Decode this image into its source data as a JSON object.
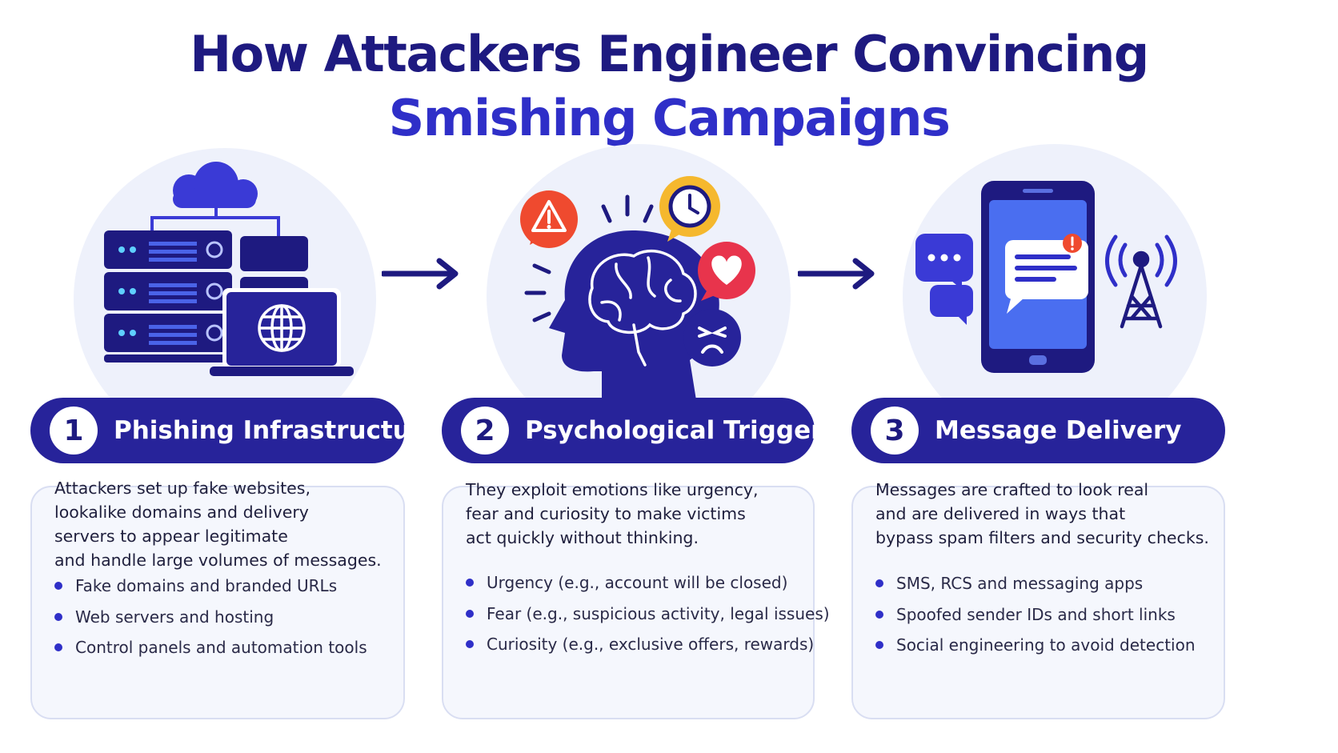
{
  "title": {
    "line1": "How Attackers Engineer Convincing",
    "line2": "Smishing Campaigns"
  },
  "colors": {
    "navy": "#1e1a80",
    "header": "#27239a",
    "accent": "#2f2fc8",
    "alert_red": "#ef4a2f",
    "alert_yellow": "#f5b82e",
    "heart_red": "#e8344c"
  },
  "steps": [
    {
      "number": "1",
      "title": "Phishing Infrastructure",
      "icon": "server-laptop-cloud-icon",
      "description": [
        "Attackers set up fake websites,",
        "lookalike domains and delivery",
        "servers to appear legitimate",
        "and handle large volumes of messages."
      ],
      "bullets": [
        "Fake domains and branded URLs",
        "Web servers and hosting",
        "Control panels and automation tools"
      ]
    },
    {
      "number": "2",
      "title": "Psychological Triggers",
      "icon": "brain-head-emotions-icon",
      "description": [
        "They exploit emotions like urgency,",
        "fear and curiosity to make victims",
        "act quickly without thinking."
      ],
      "bullets": [
        "Urgency (e.g., account will be closed)",
        "Fear (e.g., suspicious activity, legal issues)",
        "Curiosity (e.g., exclusive offers, rewards)"
      ]
    },
    {
      "number": "3",
      "title": "Message Delivery",
      "icon": "phone-message-tower-icon",
      "description": [
        "Messages are crafted to look real",
        "and are delivered in ways that",
        "bypass spam filters and security checks."
      ],
      "bullets": [
        "SMS, RCS and messaging apps",
        "Spoofed sender IDs and short links",
        "Social engineering to avoid detection"
      ]
    }
  ]
}
